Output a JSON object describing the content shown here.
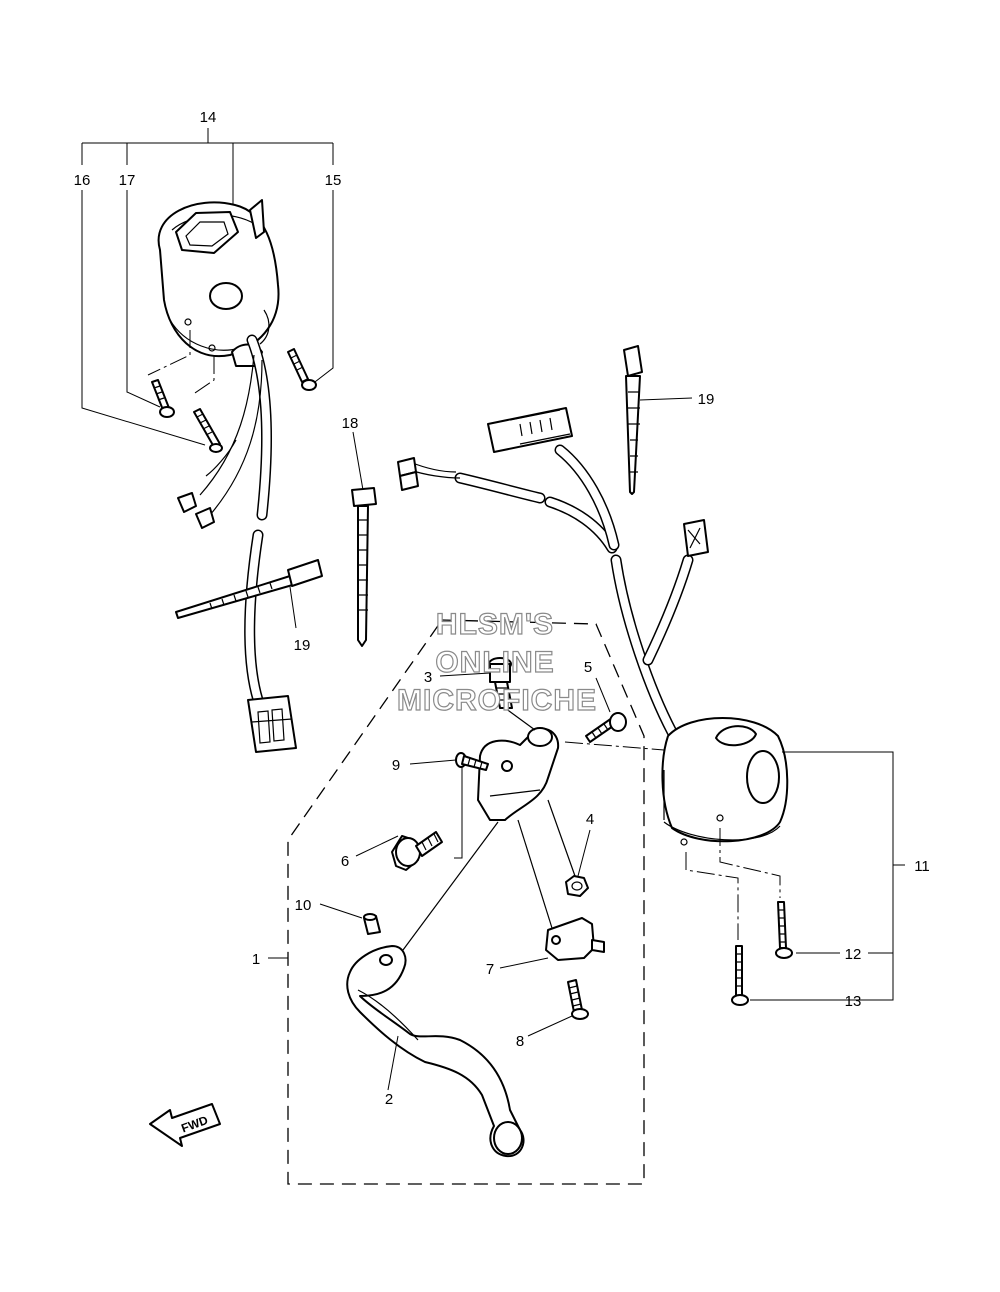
{
  "watermark": {
    "line1": "HLSM'S",
    "line2": "ONLINE",
    "line3": "MICROFICHE"
  },
  "fwd_label": "FWD",
  "callouts": {
    "c1": "1",
    "c2": "2",
    "c3": "3",
    "c4": "4",
    "c5": "5",
    "c6": "6",
    "c7": "7",
    "c8": "8",
    "c9": "9",
    "c10": "10",
    "c11": "11",
    "c12": "12",
    "c13": "13",
    "c14": "14",
    "c15": "15",
    "c16": "16",
    "c17": "17",
    "c18": "18",
    "c19a": "19",
    "c19b": "19"
  }
}
